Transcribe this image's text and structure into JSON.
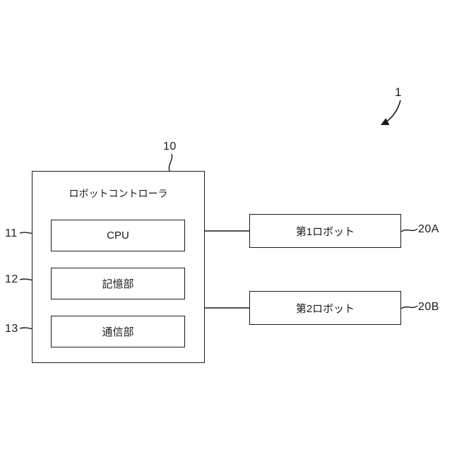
{
  "diagram": {
    "figure_ref": "1",
    "controller": {
      "ref": "10",
      "title": "ロボットコントローラ",
      "blocks": [
        {
          "ref": "11",
          "label": "CPU"
        },
        {
          "ref": "12",
          "label": "記憶部"
        },
        {
          "ref": "13",
          "label": "通信部"
        }
      ]
    },
    "robots": [
      {
        "ref": "20A",
        "label": "第1ロボット"
      },
      {
        "ref": "20B",
        "label": "第2ロボット"
      }
    ],
    "line_color": "#1a1a1a"
  }
}
